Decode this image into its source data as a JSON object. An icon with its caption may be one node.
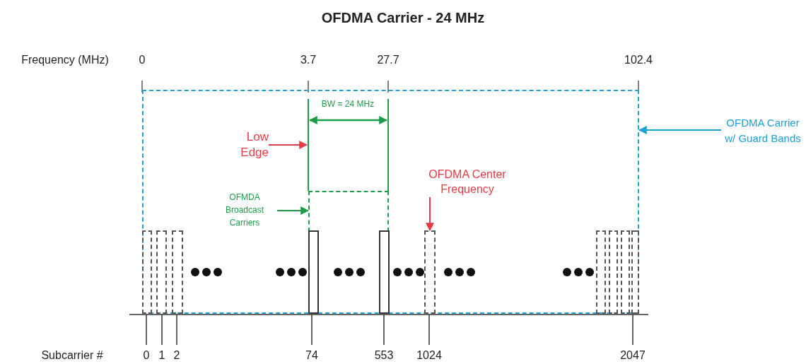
{
  "diagram": {
    "title": "OFDMA Carrier - 24 MHz",
    "nodes": [
      {
        "text": [],
        "shape": "box"
      },
      {
        "text": [
          "Low Edge"
        ],
        "in": 0
      },
      {
        "text": [
          "OFDMA Carrier w/ Guard Bands"
        ]
      },
      {
        "text": [
          "OFDMA Center Frequency"
        ],
        "in": 0
      },
      {
        "text": [
          "OFMDA Broadcast Carriers"
        ],
        "in": 0
      },
      {
        "text": [],
        "shape": "box",
        "in": 0
      },
      {
        "text": [],
        "shape": "box",
        "in": 0
      },
      {
        "text": [],
        "shape": "box",
        "in": 0
      },
      {
        "text": [],
        "shape": "box",
        "in": 0
      },
      {
        "text": [],
        "shape": "box",
        "in": 0
      },
      {
        "text": [],
        "shape": "box",
        "in": 0
      },
      {
        "text": [],
        "shape": "box",
        "in": 0
      },
      {
        "text": [],
        "shape": "box",
        "in": 0
      },
      {
        "text": [],
        "shape": "box",
        "in": 0
      },
      {
        "text": [],
        "shape": "box",
        "in": 0
      },
      {
        "text": [],
        "shape": "box",
        "in": 0
      }
    ],
    "edges": [
      {
        "from": 2,
        "to": 0,
        "arrow": "to",
        "color": "#1fa0d6"
      },
      {
        "from": 1,
        "to": null,
        "arrow": "to",
        "color": "#e53b46"
      },
      {
        "from": 4,
        "to": 5,
        "arrow": "to",
        "color": "#1e9b48"
      },
      {
        "from": 3,
        "to": 11,
        "arrow": "to",
        "color": "#e53b46"
      }
    ],
    "labels": [
      "Frequency (MHz)",
      "0",
      "3.7",
      "27.7",
      "102.4",
      "BW = 24 MHz",
      "Subcarrier #",
      "0",
      "1",
      "2",
      "74",
      "553",
      "1024",
      "2047"
    ]
  }
}
